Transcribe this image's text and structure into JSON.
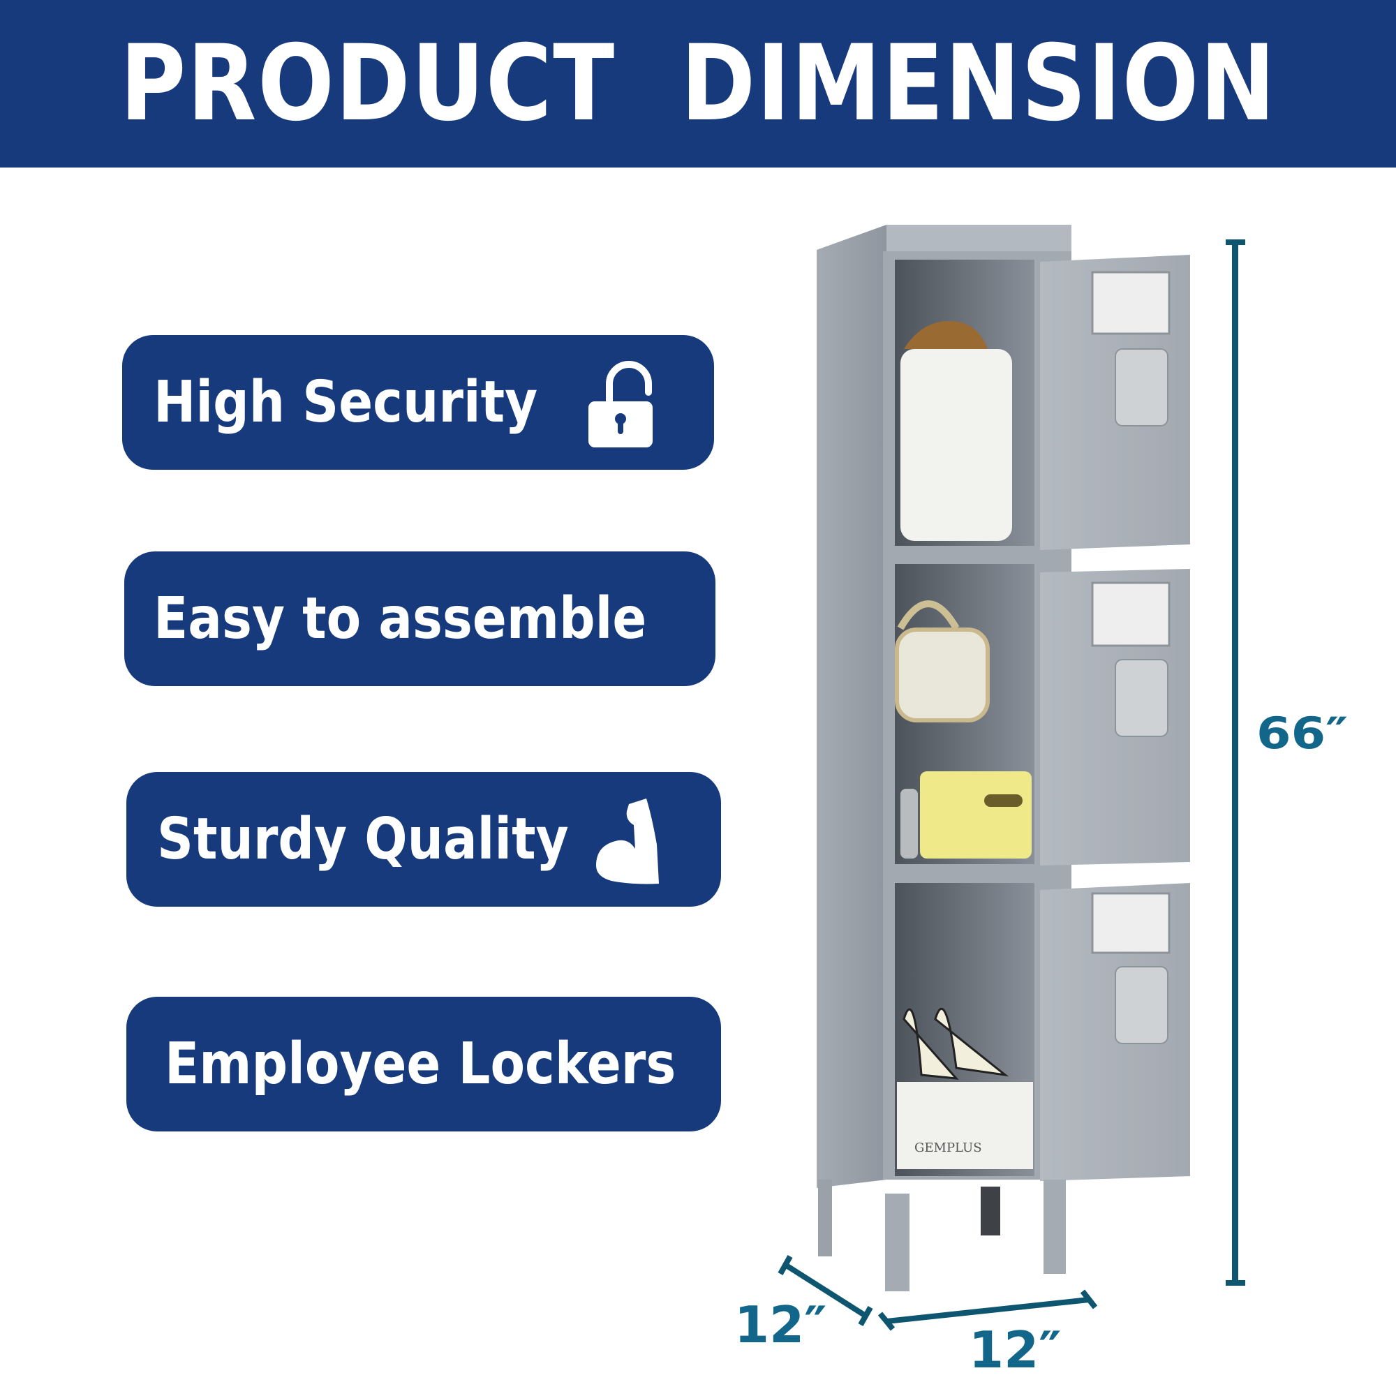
{
  "header": {
    "title": "PRODUCT  DIMENSION",
    "background": "#173a7c",
    "text_color": "#ffffff"
  },
  "features": [
    {
      "label": "High Security",
      "icon": "unlocked-padlock-icon"
    },
    {
      "label": "Easy to assemble",
      "icon": null
    },
    {
      "label": "Sturdy Quality",
      "icon": "flexed-arm-icon"
    },
    {
      "label": "Employee Lockers",
      "icon": null
    }
  ],
  "product": {
    "name": "3-tier metal locker",
    "color": "#a3aab2",
    "compartments": [
      {
        "position": "top",
        "contents": "hanging shirts on wooden hangers"
      },
      {
        "position": "middle",
        "contents": "handbag on hook and yellow storage box"
      },
      {
        "position": "bottom",
        "contents": "high-heel shoes on shoe box"
      }
    ],
    "shoe_box_brand": "GEMPLUS"
  },
  "dimensions": {
    "height": "66″",
    "depth": "12″",
    "width": "12″",
    "line_color": "#0e5570",
    "label_color": "#11668a"
  }
}
